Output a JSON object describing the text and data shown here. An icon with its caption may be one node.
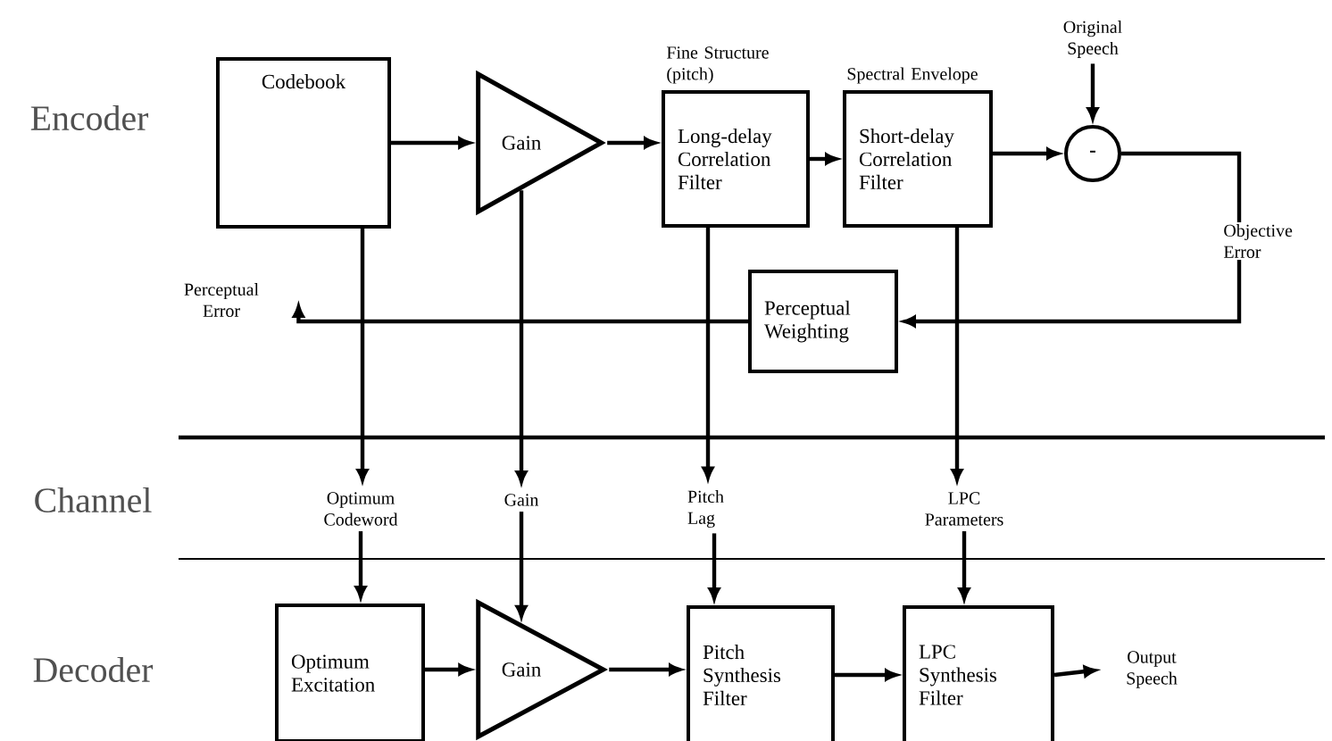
{
  "diagram": {
    "nodes": [
      {
        "text": [
          "Codebook"
        ]
      },
      {
        "text": [
          "Gain"
        ]
      },
      {
        "text": [
          "Long-delay Correlation Filter"
        ],
        "beside": [
          "Fine Structure (pitch)"
        ]
      },
      {
        "text": [
          "Short-delay Correlation Filter"
        ],
        "beside": [
          "Spectral Envelope"
        ]
      },
      {
        "text": [
          "-"
        ]
      },
      {
        "text": [
          "Original Speech"
        ]
      },
      {
        "text": [
          "Perceptual Weighting"
        ]
      },
      {
        "text": [
          "Perceptual Error"
        ]
      },
      {
        "text": [
          "Optimum Codeword"
        ]
      },
      {
        "text": [
          "Gain"
        ]
      },
      {
        "text": [
          "Pitch Lag"
        ]
      },
      {
        "text": [
          "LPC Parameters"
        ]
      },
      {
        "text": [
          "Optimum Excitation"
        ]
      },
      {
        "text": [
          "Gain"
        ]
      },
      {
        "text": [
          "Pitch Synthesis Filter"
        ]
      },
      {
        "text": [
          "LPC Synthesis Filter"
        ]
      },
      {
        "text": [
          "Output Speech"
        ]
      }
    ],
    "edges": [
      {
        "from": 0,
        "to": 1,
        "arrow": "to"
      },
      {
        "from": 1,
        "to": 2,
        "arrow": "to"
      },
      {
        "from": 2,
        "to": 3,
        "arrow": "to"
      },
      {
        "from": 3,
        "to": 4,
        "arrow": "to"
      },
      {
        "from": 5,
        "to": 4,
        "arrow": "to"
      },
      {
        "from": 4,
        "to": 6,
        "arrow": "to",
        "label": "Objective Error"
      },
      {
        "from": 6,
        "to": 7,
        "arrow": "to"
      },
      {
        "from": 0,
        "to": 8,
        "arrow": "to"
      },
      {
        "from": 1,
        "to": 9,
        "arrow": "to"
      },
      {
        "from": 2,
        "to": 10,
        "arrow": "to"
      },
      {
        "from": 3,
        "to": 11,
        "arrow": "to"
      },
      {
        "from": 8,
        "to": 12,
        "arrow": "to"
      },
      {
        "from": 9,
        "to": 13,
        "arrow": "to"
      },
      {
        "from": 10,
        "to": 14,
        "arrow": "to"
      },
      {
        "from": 11,
        "to": 15,
        "arrow": "to"
      },
      {
        "from": 12,
        "to": 13,
        "arrow": "to"
      },
      {
        "from": 13,
        "to": 14,
        "arrow": "to"
      },
      {
        "from": 14,
        "to": 15,
        "arrow": "to"
      },
      {
        "from": 15,
        "to": 16,
        "arrow": "to"
      }
    ],
    "labels": [
      "Encoder",
      "Channel",
      "Decoder"
    ]
  }
}
